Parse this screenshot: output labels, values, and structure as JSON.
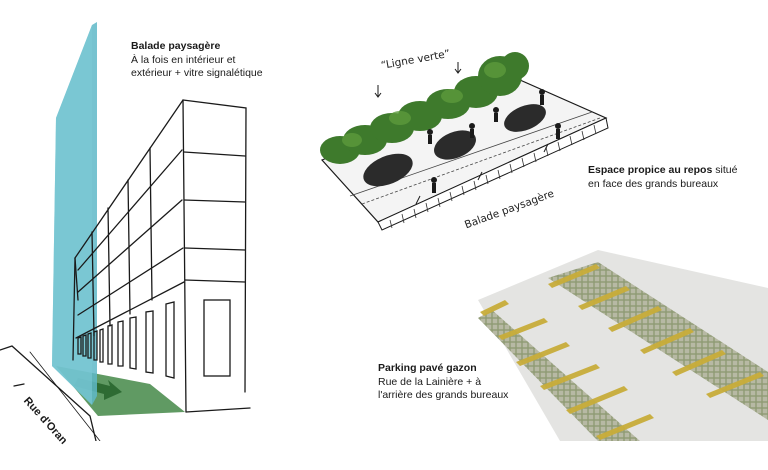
{
  "annotations": {
    "balade": {
      "title": "Balade paysagère",
      "line1": "À la fois en intérieur et",
      "line2": "extérieur + vitre signalétique"
    },
    "repos": {
      "title": "Espace propice au repos",
      "rest": " situé",
      "line2": "en face des grands bureaux"
    },
    "parking": {
      "title": "Parking pavé gazon",
      "line1": "Rue de la Lainière + à",
      "line2": "l'arrière des grands bureaux"
    }
  },
  "sketch_labels": {
    "street": "Rue d'Oran",
    "green_line": "“Ligne verte”",
    "promenade": "Balade paysagère"
  },
  "colors": {
    "glass": "#5fb8c8",
    "ground_green": "#4f8f52",
    "hedge": "#3e7a2c",
    "grass_strip": "#c8ad3a",
    "paver": "#8f9a73",
    "road": "#e4e4e2"
  }
}
